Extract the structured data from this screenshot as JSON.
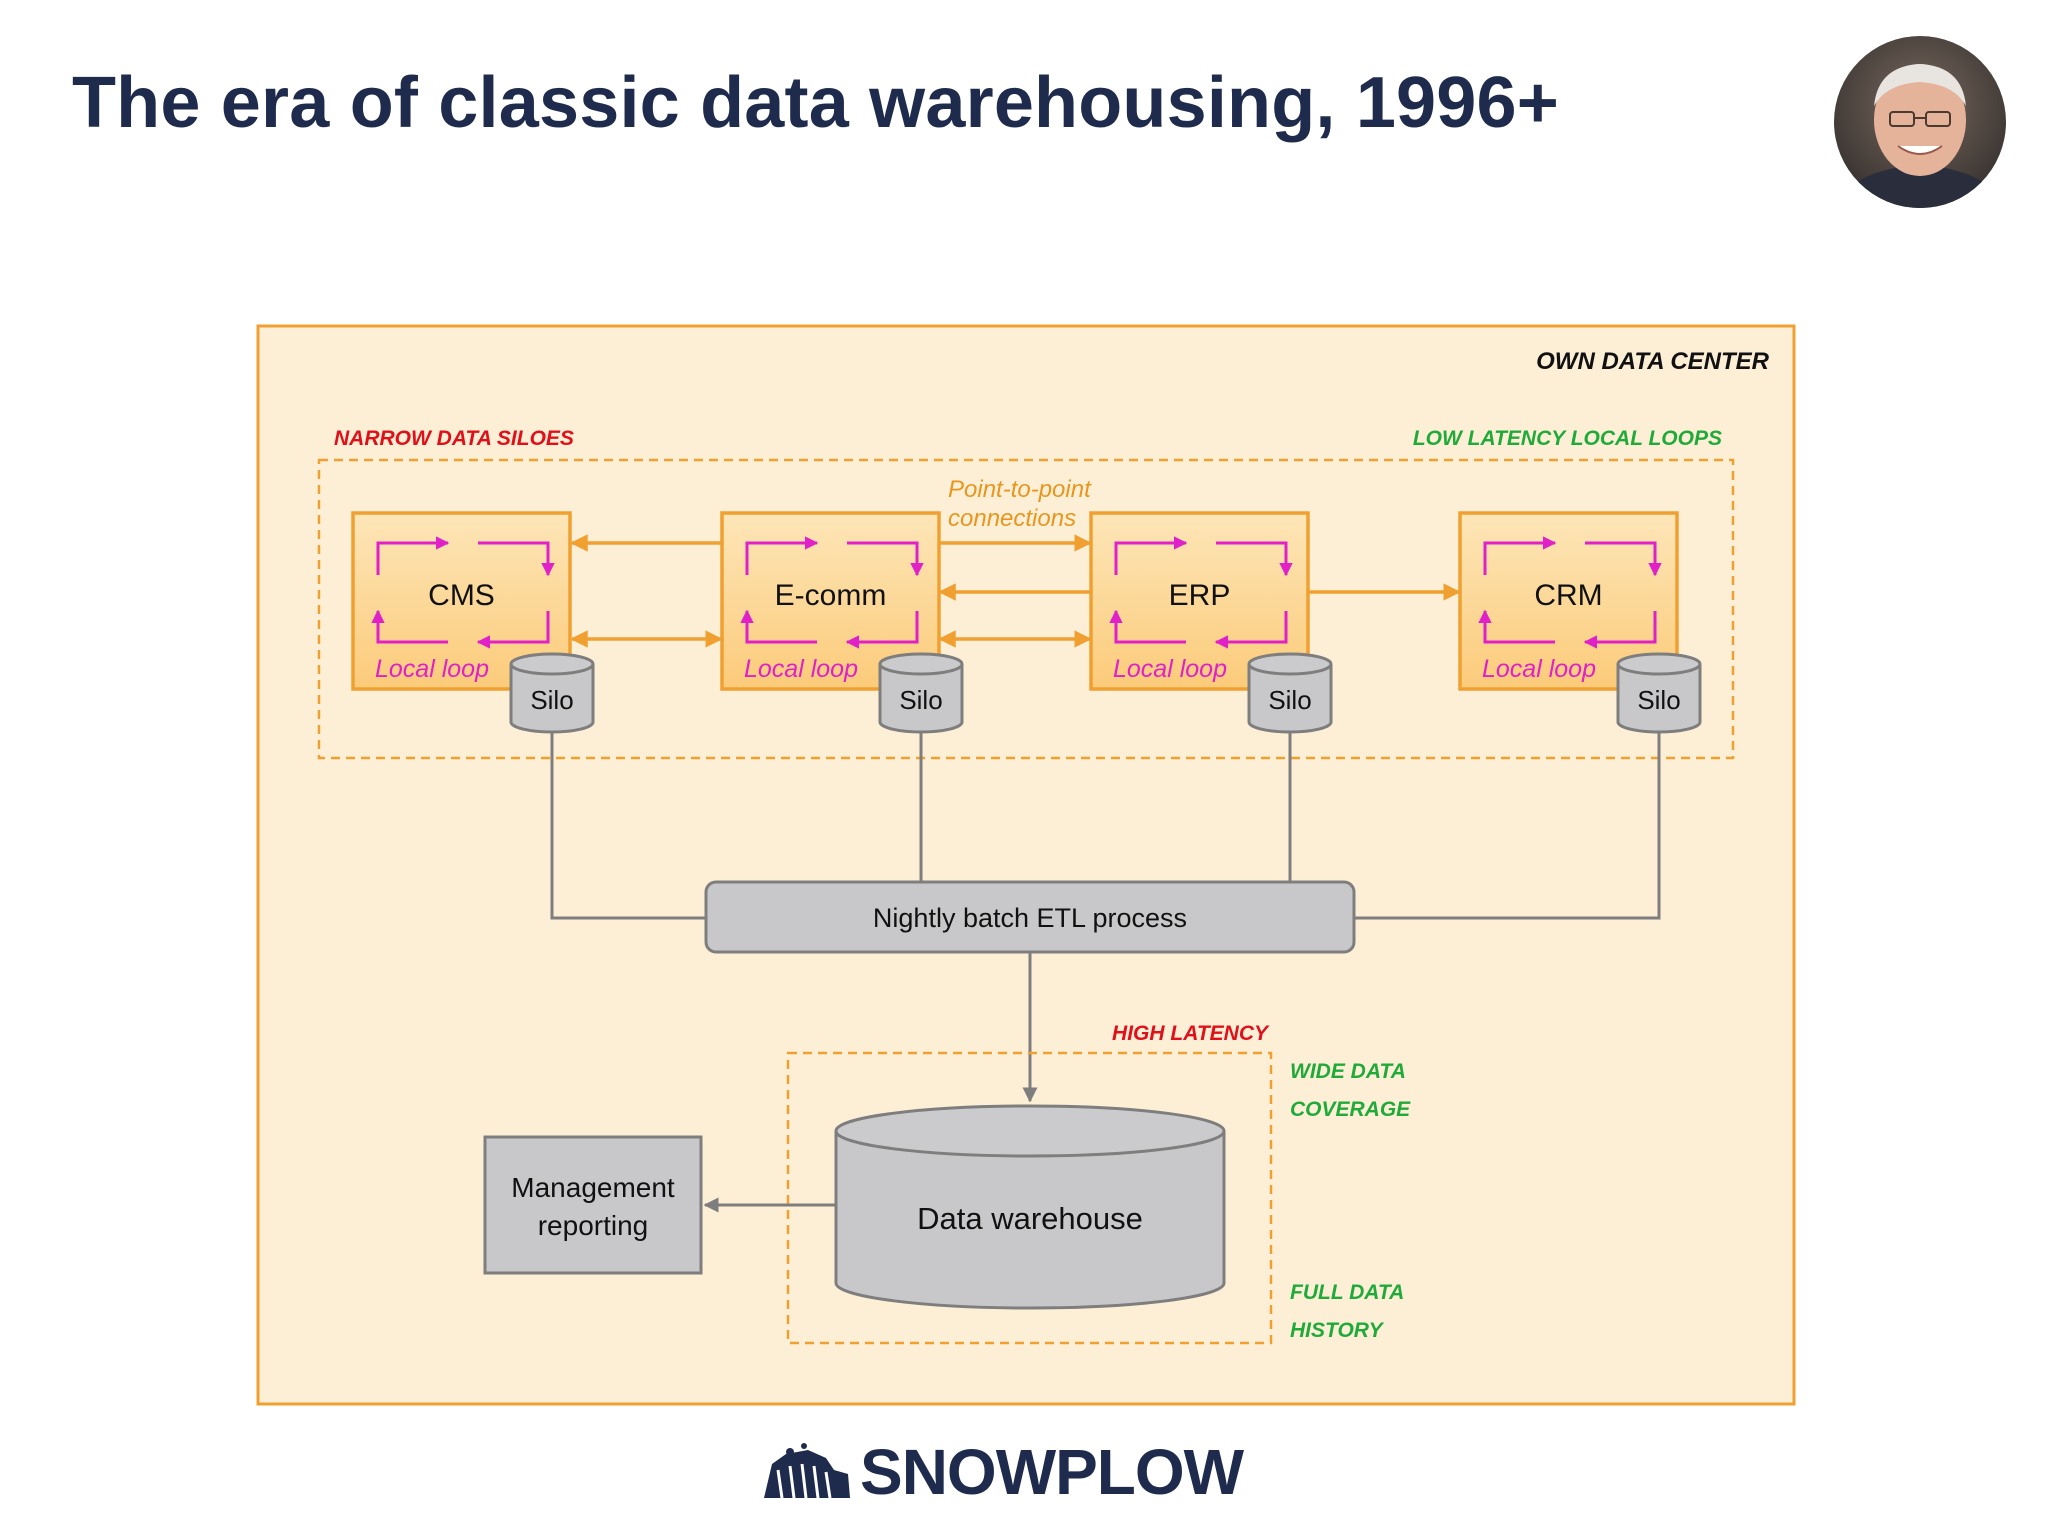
{
  "slide": {
    "title": "The era of classic data warehousing, 1996+"
  },
  "diagram": {
    "zone_label": "OWN DATA CENTER",
    "siloes_label": "NARROW DATA SILOES",
    "loops_label": "LOW LATENCY LOCAL LOOPS",
    "p2p_line1": "Point-to-point",
    "p2p_line2": "connections",
    "systems": [
      {
        "name": "CMS",
        "loop": "Local loop",
        "silo": "Silo"
      },
      {
        "name": "E-comm",
        "loop": "Local loop",
        "silo": "Silo"
      },
      {
        "name": "ERP",
        "loop": "Local loop",
        "silo": "Silo"
      },
      {
        "name": "CRM",
        "loop": "Local loop",
        "silo": "Silo"
      }
    ],
    "etl_label": "Nightly batch ETL process",
    "latency_label": "HIGH LATENCY",
    "wide_line1": "WIDE DATA",
    "wide_line2": "COVERAGE",
    "full_line1": "FULL DATA",
    "full_line2": "HISTORY",
    "warehouse_label": "Data warehouse",
    "mgmt_line1": "Management",
    "mgmt_line2": "reporting",
    "colors": {
      "zone_fill": "#fdefd6",
      "zone_border": "#f0a030",
      "system_fill": "#fdd48f",
      "arrow_orange": "#f0a030",
      "loop_magenta": "#e020c8",
      "grey_fill": "#c8c8ca",
      "grey_border": "#7e7e7e",
      "red_label": "#e0101a",
      "green_label": "#1faa3a",
      "title_navy": "#1f2b4d"
    }
  },
  "footer": {
    "logo_text": "SNOWPLOW"
  }
}
